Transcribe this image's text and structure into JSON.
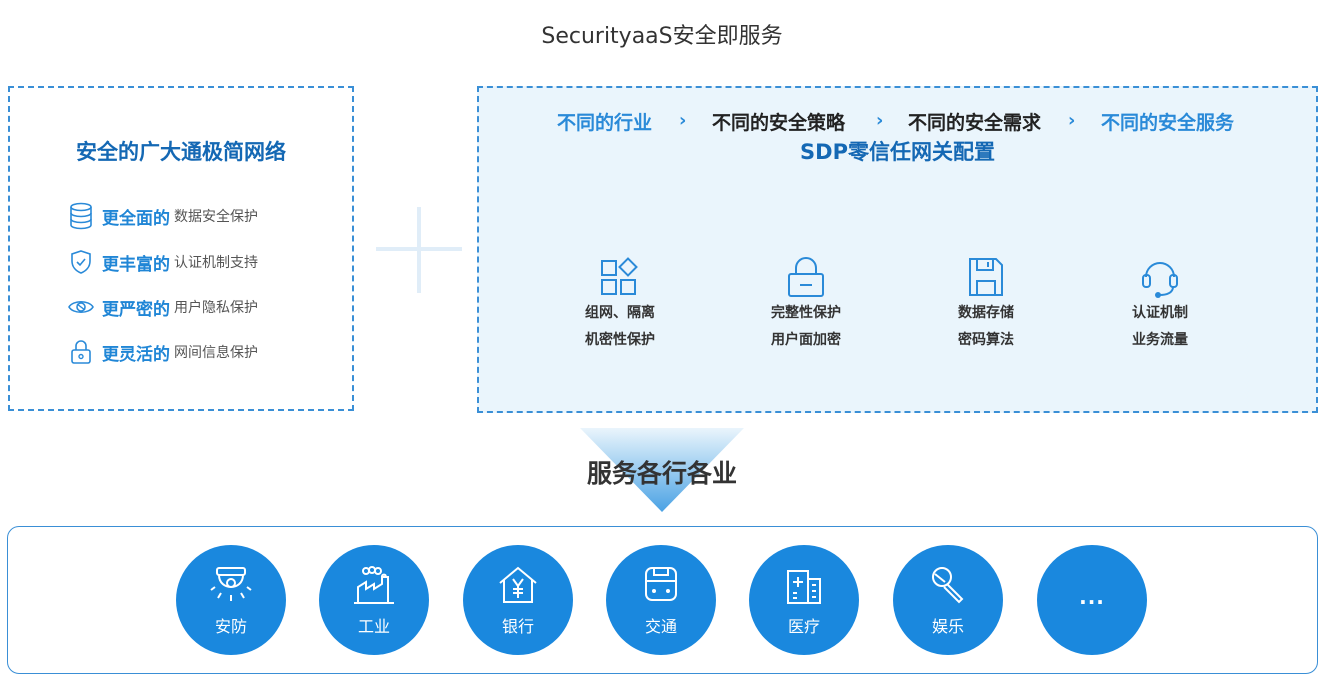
{
  "title": "SecurityaaS安全即服务",
  "left_panel": {
    "heading": "安全的广大通极简网络",
    "features": [
      {
        "icon": "database-icon",
        "strong": "更全面的",
        "weak": "数据安全保护"
      },
      {
        "icon": "shield-check-icon",
        "strong": "更丰富的",
        "weak": "认证机制支持"
      },
      {
        "icon": "eye-icon",
        "strong": "更严密的",
        "weak": "用户隐私保护"
      },
      {
        "icon": "lock-icon",
        "strong": "更灵活的",
        "weak": "网间信息保护"
      }
    ]
  },
  "right_panel": {
    "heading": "SDP零信任网关配置",
    "flow": [
      "不同的行业",
      "不同的安全策略",
      "不同的安全需求",
      "不同的安全服务"
    ],
    "arrow": "›",
    "columns": [
      {
        "icon": "grid-apps-icon",
        "line1": "组网、隔离",
        "line2": "机密性保护"
      },
      {
        "icon": "padlock-icon",
        "line1": "完整性保护",
        "line2": "用户面加密"
      },
      {
        "icon": "floppy-disk-icon",
        "line1": "数据存储",
        "line2": "密码算法"
      },
      {
        "icon": "headset-icon",
        "line1": "认证机制",
        "line2": "业务流量"
      }
    ]
  },
  "funnel_label": "服务各行各业",
  "industries": [
    {
      "icon": "security-camera-icon",
      "label": "安防"
    },
    {
      "icon": "factory-icon",
      "label": "工业"
    },
    {
      "icon": "bank-icon",
      "label": "银行"
    },
    {
      "icon": "train-icon",
      "label": "交通"
    },
    {
      "icon": "hospital-icon",
      "label": "医疗"
    },
    {
      "icon": "microphone-icon",
      "label": "娱乐"
    },
    {
      "icon": "more-icon",
      "label": "..."
    }
  ],
  "colors": {
    "accent": "#1a88de",
    "heading": "#1468b4",
    "panel_bg": "#eaf5fc",
    "border": "#3a8fd6"
  }
}
